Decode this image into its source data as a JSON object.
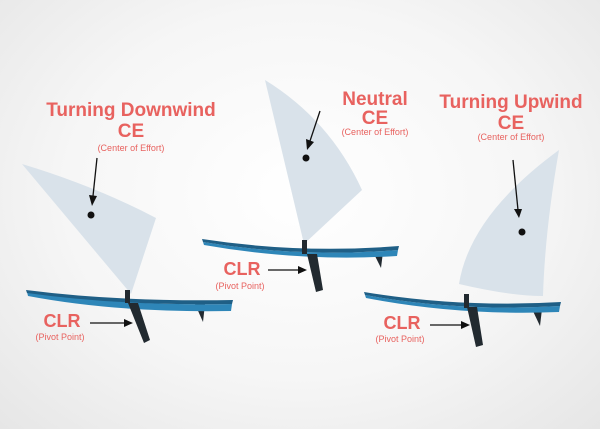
{
  "diagrams": [
    {
      "title": "Turning Downwind",
      "ce_label": "CE",
      "ce_note": "(Center of Effort)",
      "clr_label": "CLR",
      "clr_note": "(Pivot Point)"
    },
    {
      "title": "Neutral",
      "ce_label": "CE",
      "ce_note": "(Center of Effort)",
      "clr_label": "CLR",
      "clr_note": "(Pivot Point)"
    },
    {
      "title": "Turning Upwind",
      "ce_label": "CE",
      "ce_note": "(Center of Effort)",
      "clr_label": "CLR",
      "clr_note": "(Pivot Point)"
    }
  ],
  "colors": {
    "label": "#e8625f",
    "sail": "#d9e2ea",
    "hull_top": "#1f5f86",
    "hull_bottom": "#2e86b8",
    "foil": "#222a30"
  }
}
